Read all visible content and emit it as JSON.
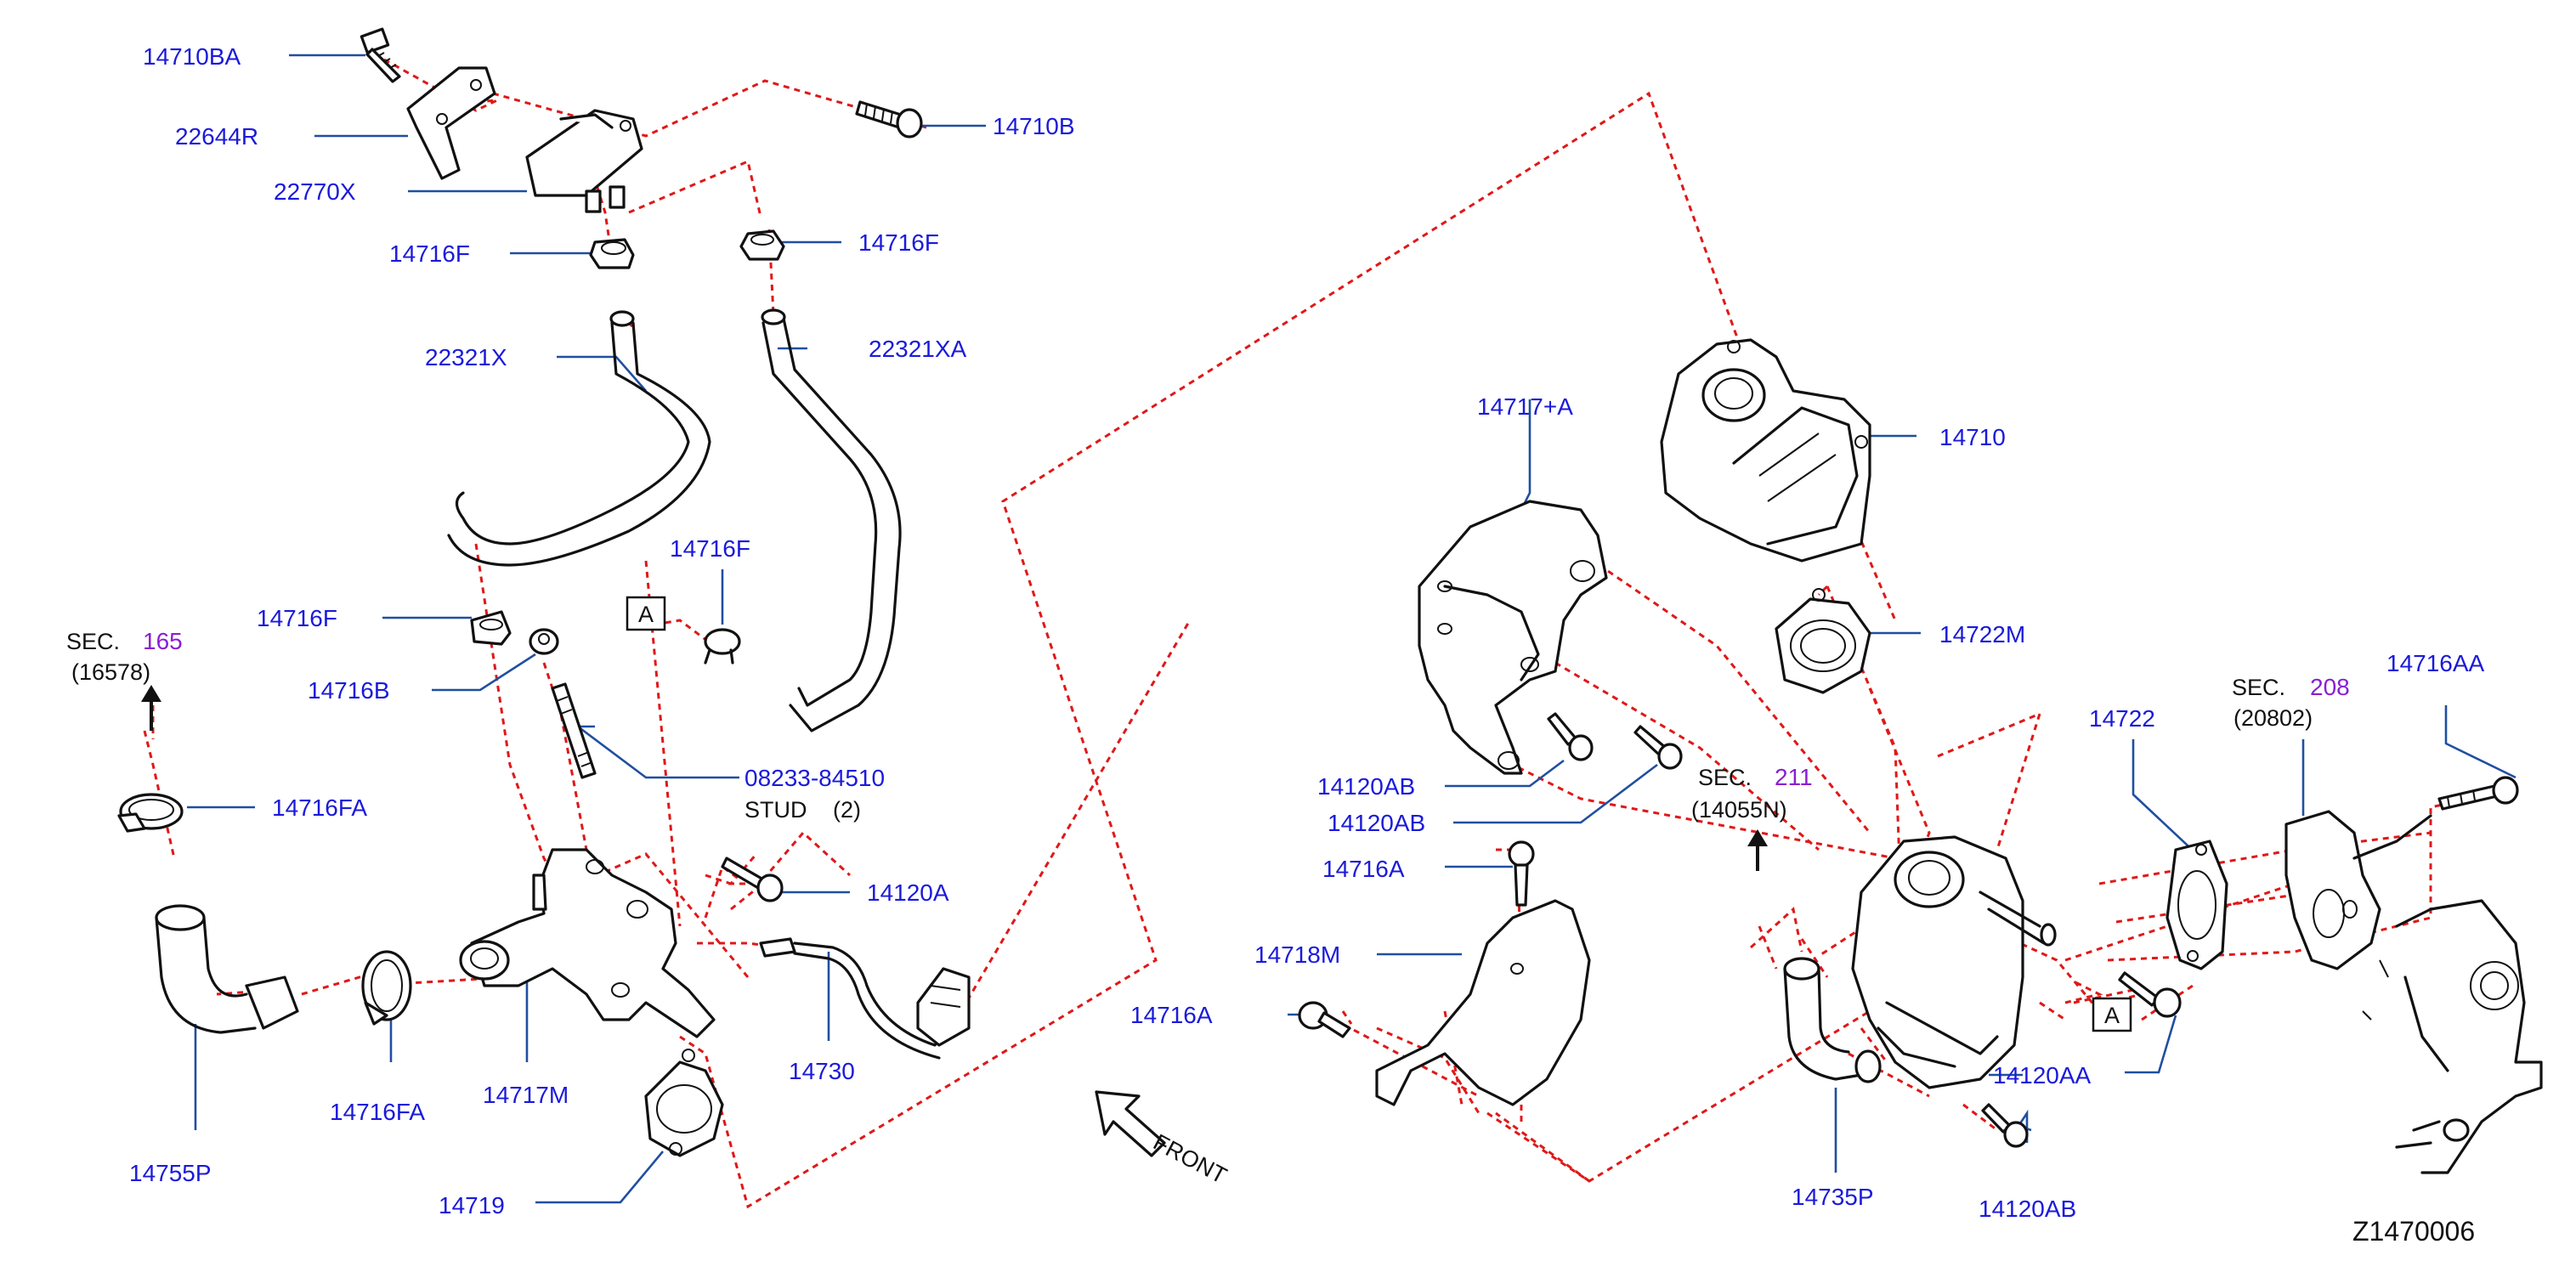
{
  "diagram_code": "Z1470006",
  "labels": {
    "p14710BA": "14710BA",
    "p22644R": "22644R",
    "p22770X": "22770X",
    "p14710B": "14710B",
    "p14716F_a": "14716F",
    "p14716F_b": "14716F",
    "p22321X": "22321X",
    "p22321XA": "22321XA",
    "p14716F_c": "14716F",
    "p14716F_d": "14716F",
    "p14716B": "14716B",
    "p08233": "08233-84510",
    "stud": "STUD",
    "stud_qty": "(2)",
    "p14716FA_a": "14716FA",
    "p14716FA_b": "14716FA",
    "p14755P": "14755P",
    "p14717M": "14717M",
    "p14719": "14719",
    "p14120A": "14120A",
    "p14730": "14730",
    "front": "FRONT",
    "p14717A": "14717+A",
    "p14710": "14710",
    "p14722M": "14722M",
    "p14120AB_a": "14120AB",
    "p14120AB_b": "14120AB",
    "p14716A_a": "14716A",
    "p14716A_b": "14716A",
    "p14718M": "14718M",
    "p14735P": "14735P",
    "p14120AB_c": "14120AB",
    "p14120AA": "14120AA",
    "p14722": "14722",
    "p14716AA": "14716AA",
    "box_a_1": "A",
    "box_a_2": "A"
  },
  "section_refs": [
    {
      "prefix": "SEC.",
      "number": "165",
      "sub": "(16578)"
    },
    {
      "prefix": "SEC.",
      "number": "211",
      "sub": "(14055N)"
    },
    {
      "prefix": "SEC.",
      "number": "208",
      "sub": "(20802)"
    }
  ],
  "colors": {
    "label": "#1a1adb",
    "section_number": "#8a1fd1",
    "leader": "#1f4fa0",
    "dashed_link": "#e01818",
    "part_outline": "#111111"
  }
}
